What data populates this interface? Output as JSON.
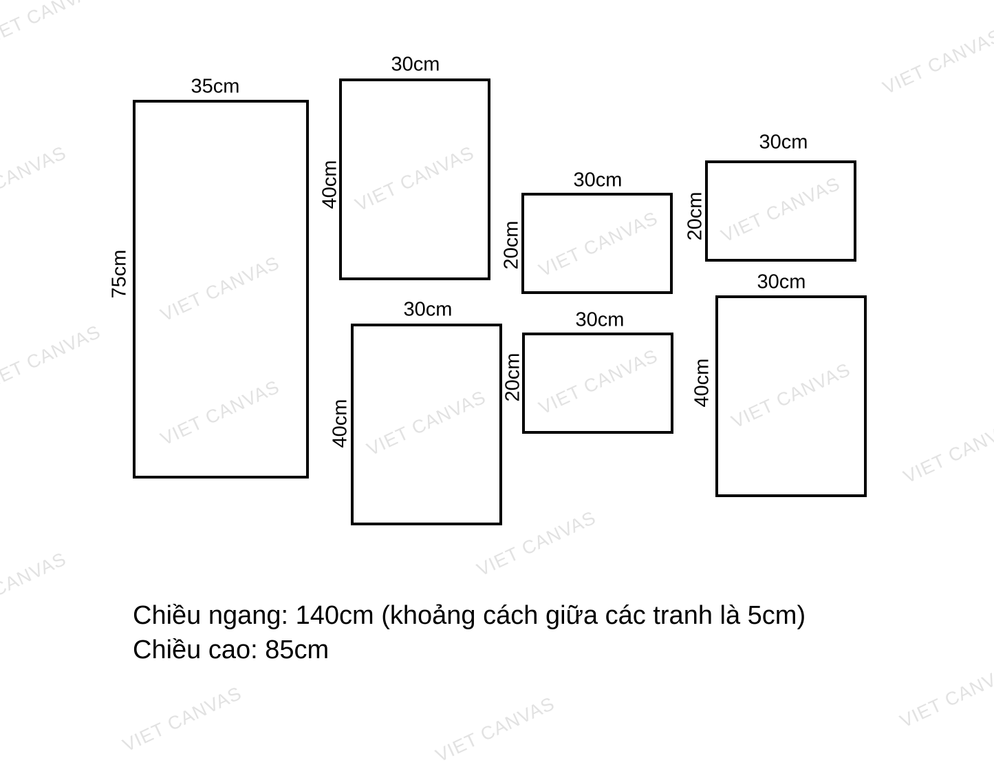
{
  "watermark": "VIET CANVAS",
  "panels": [
    {
      "width": "35cm",
      "height": "75cm"
    },
    {
      "width": "30cm",
      "height": "40cm"
    },
    {
      "width": "30cm",
      "height": "20cm"
    },
    {
      "width": "30cm",
      "height": "20cm"
    },
    {
      "width": "30cm",
      "height": "40cm"
    },
    {
      "width": "30cm",
      "height": "20cm"
    },
    {
      "width": "30cm",
      "height": "40cm"
    }
  ],
  "notes": {
    "horizontal": "Chiều ngang: 140cm (khoảng cách giữa các tranh là 5cm)",
    "vertical": "Chiều cao: 85cm"
  }
}
